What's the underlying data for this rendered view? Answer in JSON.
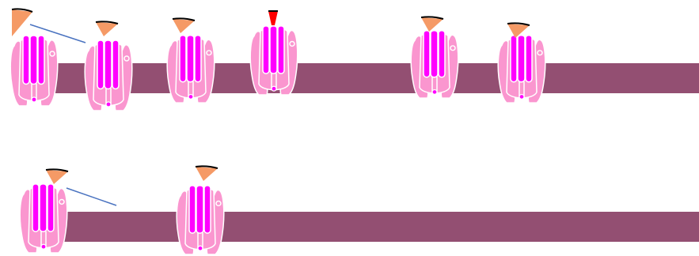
{
  "colors": {
    "background": "#ffffff",
    "membrane": "#934f72",
    "outer_subunit": "#fa96cf",
    "outer_subunit_outline": "#ffffff",
    "core_subunit": "#ff00ff",
    "core_subunit_outline": "#ffffff",
    "cap_default": "#f59a66",
    "cap_highlight": "#ff0000",
    "cap_rim": "#000000",
    "ligand_ring": "#fa96cf",
    "tether_line": "#4a73c0"
  },
  "rows": [
    {
      "name": "top-row",
      "channels": [
        {
          "name": "channel-1",
          "cap": "large-wedge",
          "cap_color": "cap_default",
          "tether": true
        },
        {
          "name": "channel-2",
          "cap": "wedge",
          "cap_color": "cap_default",
          "tether": false
        },
        {
          "name": "channel-3",
          "cap": "wedge",
          "cap_color": "cap_default",
          "tether": false
        },
        {
          "name": "channel-4",
          "cap": "narrow-wedge",
          "cap_color": "cap_highlight",
          "tether": false
        },
        {
          "name": "channel-5",
          "cap": "wedge",
          "cap_color": "cap_default",
          "tether": false
        },
        {
          "name": "channel-6",
          "cap": "wedge",
          "cap_color": "cap_default",
          "tether": false
        }
      ]
    },
    {
      "name": "bottom-row",
      "channels": [
        {
          "name": "channel-7",
          "cap": "wedge",
          "cap_color": "cap_default",
          "tether": true
        },
        {
          "name": "channel-8",
          "cap": "wedge",
          "cap_color": "cap_default",
          "tether": false
        }
      ]
    }
  ]
}
